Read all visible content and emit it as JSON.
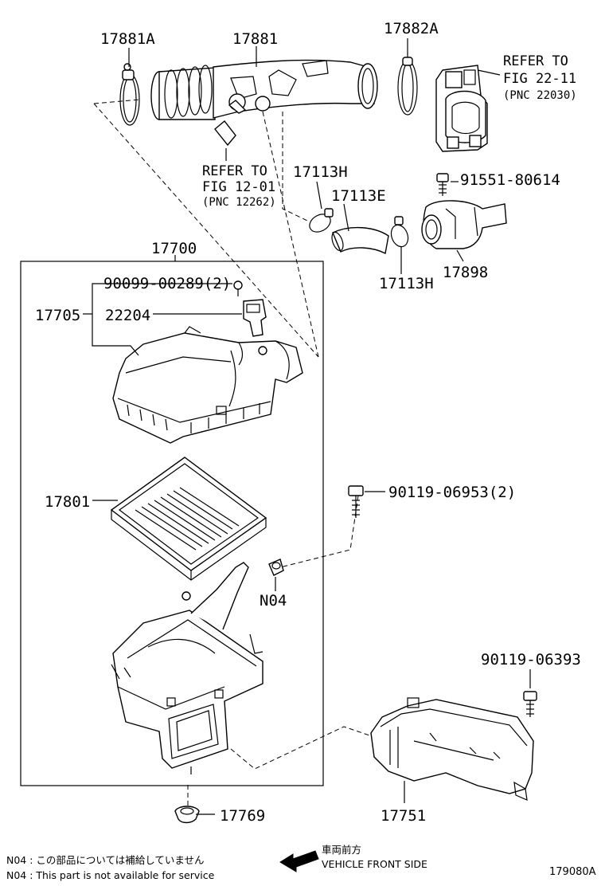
{
  "parts": {
    "p17881A": "17881A",
    "p17881": "17881",
    "p17882A": "17882A",
    "p17700": "17700",
    "p17113H_top": "17113H",
    "p17113E": "17113E",
    "p17113H_bottom": "17113H",
    "p91551": "91551-80614",
    "p17898": "17898",
    "p90099": "90099-00289(2)",
    "p17705": "17705",
    "p22204": "22204",
    "p17801": "17801",
    "p90119a": "90119-06953(2)",
    "pN04": "N04",
    "p90119b": "90119-06393",
    "p17769": "17769",
    "p17751": "17751"
  },
  "refs": {
    "ref1": {
      "line1": "REFER TO",
      "line2": "FIG 22-11",
      "line3": "(PNC 22030)"
    },
    "ref2": {
      "line1": "REFER TO",
      "line2": "FIG 12-01",
      "line3": "(PNC 12262)"
    }
  },
  "notes": {
    "jp": "N04 : この部品については補給していません",
    "en": "N04 : This part is not available for service"
  },
  "direction": {
    "jp": "車両前方",
    "en": "VEHICLE FRONT SIDE"
  },
  "figure_code": "179080A"
}
